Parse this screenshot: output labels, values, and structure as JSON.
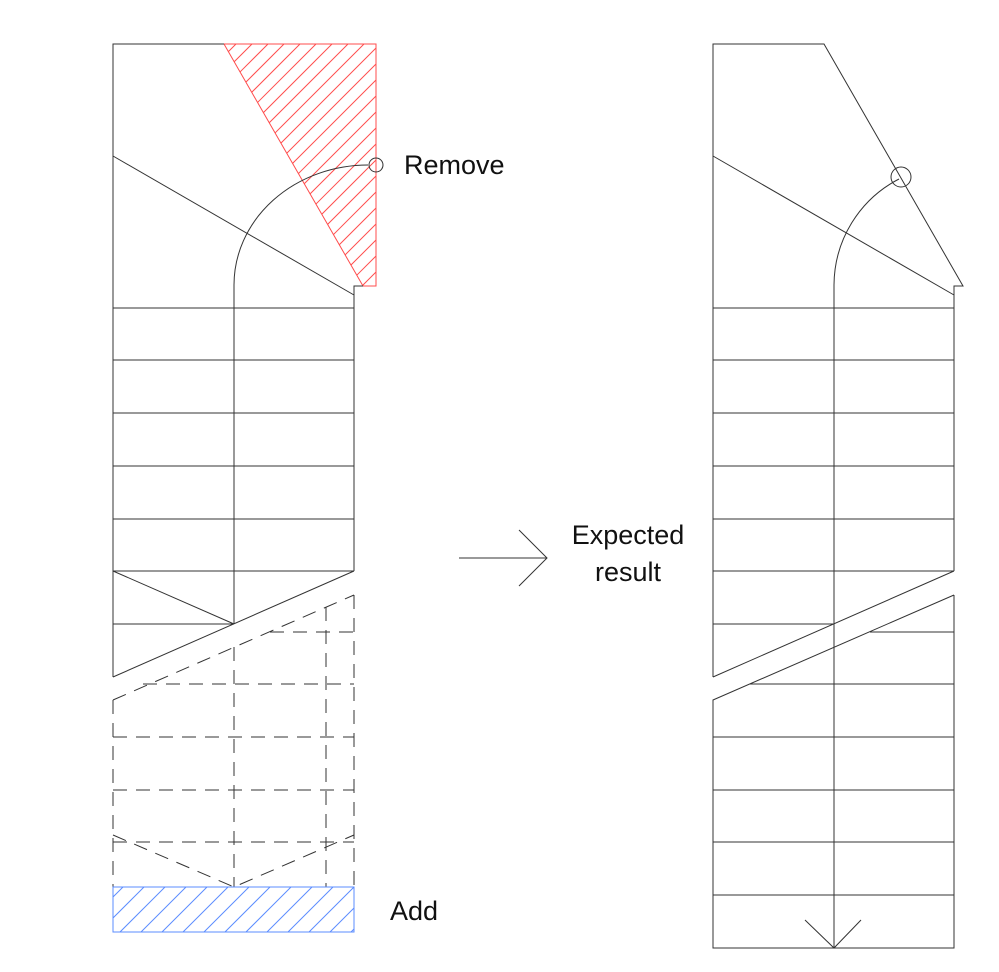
{
  "labels": {
    "remove": "Remove",
    "add": "Add",
    "expected_line1": "Expected",
    "expected_line2": "result"
  },
  "colors": {
    "remove": "#ff4d4d",
    "add": "#5b8cff",
    "line": "#333333"
  }
}
